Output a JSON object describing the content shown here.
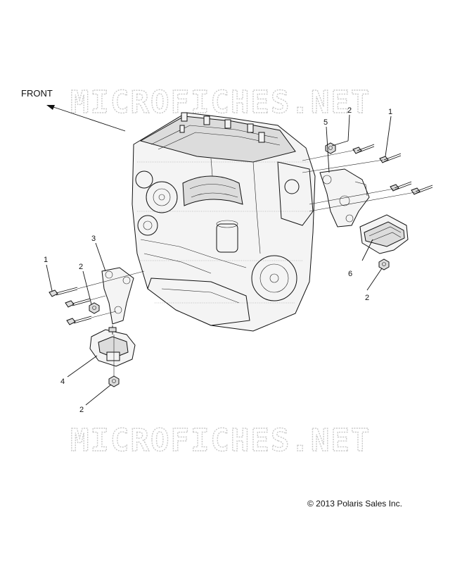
{
  "diagram": {
    "direction_label": "FRONT",
    "watermark_text": "MICROFICHES.NET",
    "copyright": "© 2013 Polaris Sales Inc.",
    "callouts": [
      {
        "id": "c1a",
        "label": "1"
      },
      {
        "id": "c2a",
        "label": "2"
      },
      {
        "id": "c5",
        "label": "5"
      },
      {
        "id": "c6",
        "label": "6"
      },
      {
        "id": "c2b",
        "label": "2"
      },
      {
        "id": "c3",
        "label": "3"
      },
      {
        "id": "c1b",
        "label": "1"
      },
      {
        "id": "c2c",
        "label": "2"
      },
      {
        "id": "c4",
        "label": "4"
      },
      {
        "id": "c2d",
        "label": "2"
      }
    ]
  }
}
